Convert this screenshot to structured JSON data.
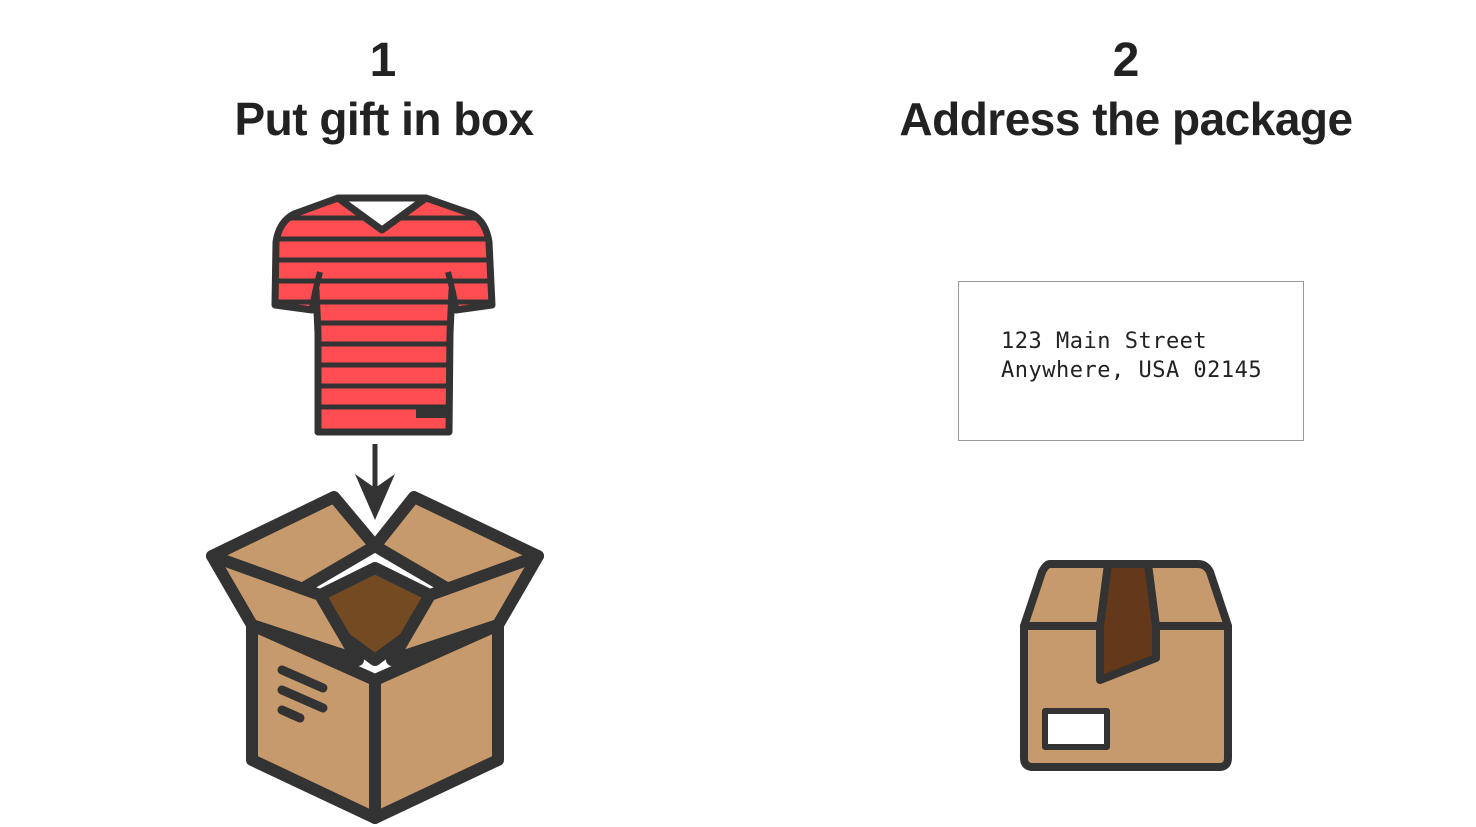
{
  "steps": [
    {
      "number": "1",
      "title": "Put gift in box",
      "icons": [
        "striped-shirt-icon",
        "down-arrow-icon",
        "open-box-icon"
      ]
    },
    {
      "number": "2",
      "title": "Address the package",
      "icons": [
        "closed-box-icon"
      ]
    }
  ],
  "address": {
    "line1": "123 Main Street",
    "line2": "Anywhere, USA 02145"
  },
  "colors": {
    "outline": "#333333",
    "shirt_red": "#ff4d52",
    "cardboard": "#c69a6d",
    "box_interior": "#744a22",
    "tape": "#64391a",
    "text": "#222222"
  }
}
